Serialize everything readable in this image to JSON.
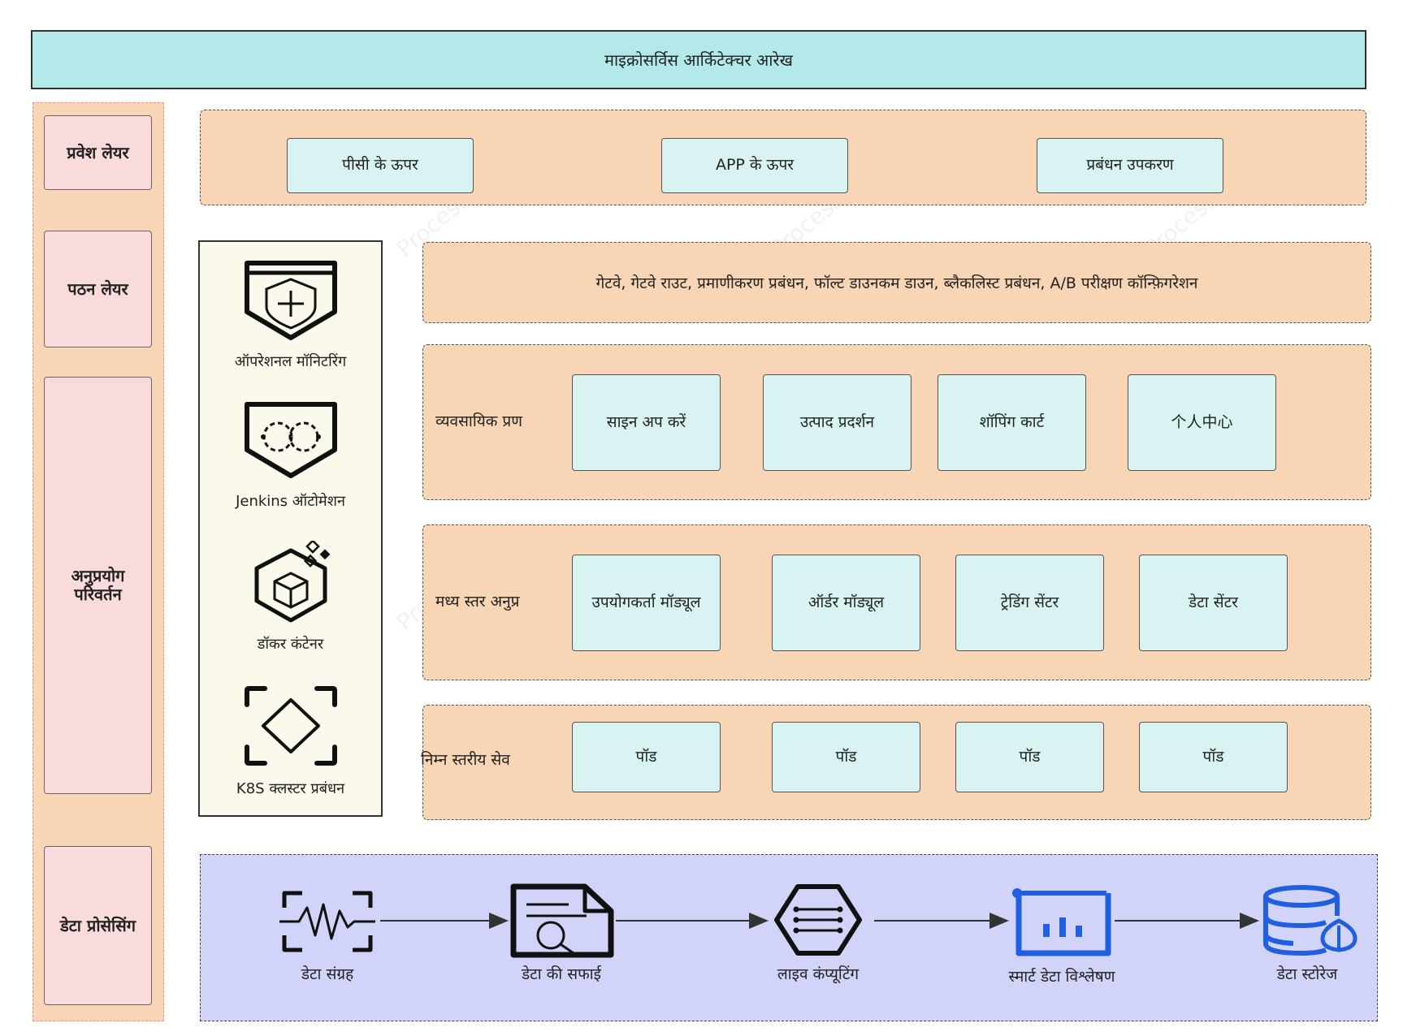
{
  "title": "माइक्रोसर्विस आर्किटेक्चर आरेख",
  "layers": [
    {
      "label": "प्रवेश लेयर"
    },
    {
      "label": "पठन लेयर"
    },
    {
      "label": "अनुप्रयोग परिवर्तन"
    },
    {
      "label": "डेटा प्रोसेसिंग"
    }
  ],
  "entry_items": [
    "पीसी के ऊपर",
    "APP के ऊपर",
    "प्रबंधन उपकरण"
  ],
  "gateway_text": "गेटवे, गेटवे राउट, प्रमाणीकरण प्रबंधन, फॉल्ट डाउनकम डाउन, ब्लैकलिस्ट प्रबंधन, A/B परीक्षण कॉन्फ़िगरेशन",
  "business": {
    "label": "व्यवसायिक प्रण",
    "items": [
      "साइन अप करें",
      "उत्पाद प्रदर्शन",
      "शॉपिंग कार्ट",
      "个人中心"
    ]
  },
  "middle": {
    "label": "मध्य स्तर अनुप्र",
    "items": [
      "उपयोगकर्ता मॉड्यूल",
      "ऑर्डर मॉड्यूल",
      "ट्रेडिंग सेंटर",
      "डेटा सेंटर"
    ]
  },
  "lower": {
    "label": "निम्न स्तरीय सेव",
    "items": [
      "पॉड",
      "पॉड",
      "पॉड",
      "पॉड"
    ]
  },
  "tools": [
    {
      "label": "ऑपरेशनल मॉनिटरिंग",
      "icon": "shield-plus-icon"
    },
    {
      "label": "Jenkins ऑटोमेशन",
      "icon": "infinity-loop-icon"
    },
    {
      "label": "डॉकर कंटेनर",
      "icon": "container-cube-icon"
    },
    {
      "label": "K8S क्लस्टर प्रबंधन",
      "icon": "cluster-diamond-icon"
    }
  ],
  "data_flow": [
    {
      "label": "डेटा संग्रह",
      "icon": "waveform-icon"
    },
    {
      "label": "डेटा की सफाई",
      "icon": "document-search-icon"
    },
    {
      "label": "लाइव कंप्यूटिंग",
      "icon": "hexagon-network-icon"
    },
    {
      "label": "स्मार्ट डेटा विश्लेषण",
      "icon": "bar-chart-icon"
    },
    {
      "label": "डेटा स्टोरेज",
      "icon": "database-icon"
    }
  ],
  "colors": {
    "title_bg": "#b3e9e9",
    "panel_bg": "#f7d5b5",
    "cyan_box": "#d9f3f3",
    "layer_box": "#f9dbdb",
    "data_panel": "#d1d3f8",
    "accent_blue": "#1f5fe0"
  }
}
